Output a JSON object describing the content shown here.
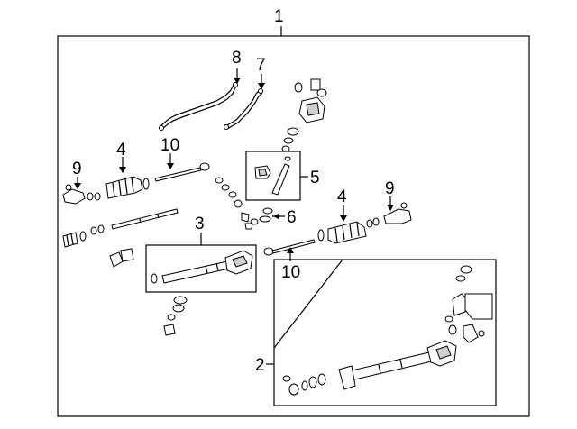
{
  "diagram": {
    "callouts": {
      "c1": "1",
      "c2": "2",
      "c3": "3",
      "c4_left": "4",
      "c4_right": "4",
      "c5": "5",
      "c6": "6",
      "c7": "7",
      "c8": "8",
      "c9_left": "9",
      "c9_right": "9",
      "c10_top": "10",
      "c10_bottom": "10"
    }
  }
}
